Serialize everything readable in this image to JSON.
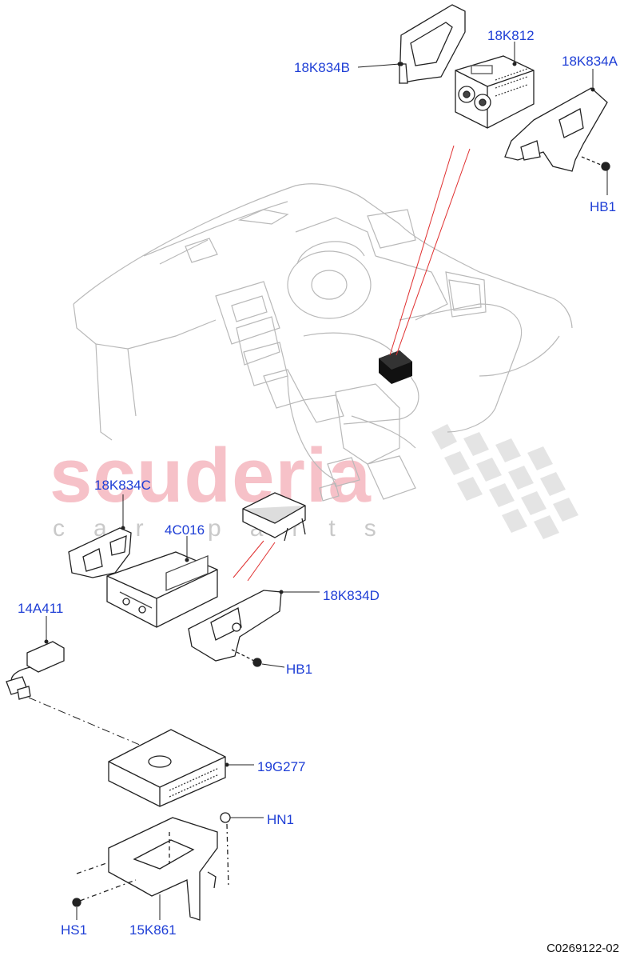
{
  "watermark": {
    "brand": "scuderia",
    "tagline": "car parts"
  },
  "diagram_ref": "C0269122-02",
  "callouts": {
    "bracket_b": "18K834B",
    "audio_unit": "18K812",
    "bracket_a": "18K834A",
    "bolt_top": "HB1",
    "bracket_c": "18K834C",
    "module_4c016": "4C016",
    "bracket_d": "18K834D",
    "bolt_mid": "HB1",
    "harness": "14A411",
    "module_19g277": "19G277",
    "nut": "HN1",
    "screw": "HS1",
    "bracket_15k861": "15K861"
  }
}
